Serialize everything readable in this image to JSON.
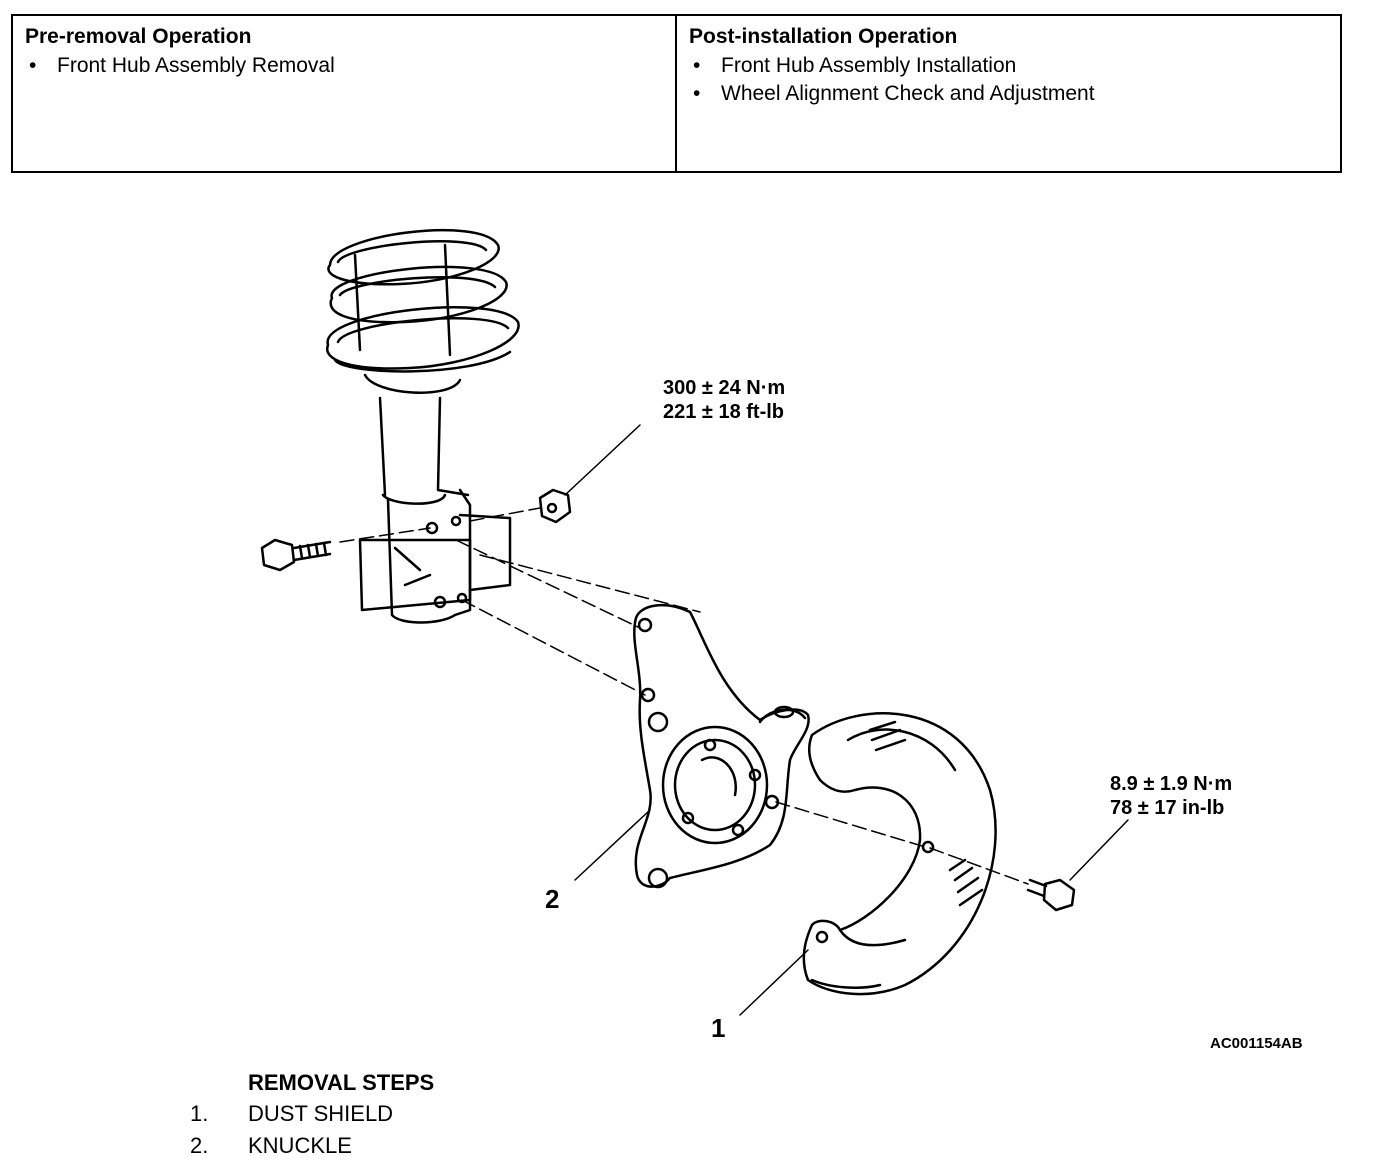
{
  "operations": {
    "pre_removal": {
      "title": "Pre-removal Operation",
      "items": [
        "Front Hub Assembly Removal"
      ]
    },
    "post_installation": {
      "title": "Post-installation Operation",
      "items": [
        "Front Hub Assembly Installation",
        "Wheel Alignment Check and Adjustment"
      ]
    },
    "bullet": "•"
  },
  "diagram": {
    "torque_strut": {
      "metric": "300 ± 24 N·m",
      "imperial": "221 ± 18 ft-lb"
    },
    "torque_shield": {
      "metric": "8.9 ± 1.9 N·m",
      "imperial": "78 ± 17 in-lb"
    },
    "callouts": {
      "knuckle": "2",
      "dust_shield": "1"
    },
    "figure_id": "AC001154AB"
  },
  "removal_steps": {
    "title": "REMOVAL STEPS",
    "steps": [
      {
        "num": "1.",
        "label": "DUST SHIELD"
      },
      {
        "num": "2.",
        "label": "KNUCKLE"
      }
    ]
  }
}
